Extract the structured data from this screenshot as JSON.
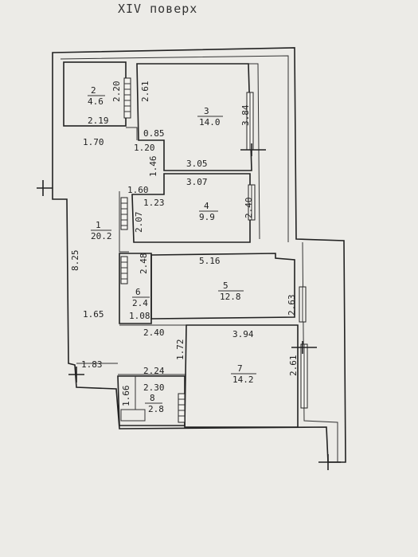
{
  "floor_title": "XIV поверх",
  "rooms": [
    {
      "id": "1",
      "area": "20.2"
    },
    {
      "id": "2",
      "area": "4.6"
    },
    {
      "id": "3",
      "area": "14.0"
    },
    {
      "id": "4",
      "area": "9.9"
    },
    {
      "id": "5",
      "area": "12.8"
    },
    {
      "id": "6",
      "area": "2.4"
    },
    {
      "id": "7",
      "area": "14.2"
    },
    {
      "id": "8",
      "area": "2.8"
    }
  ],
  "dimensions": {
    "r2_h": "2.20",
    "r2_w": "2.19",
    "r3_h_left": "2.61",
    "r3_h_right": "3.84",
    "d_085": "0.85",
    "d_170": "1.70",
    "d_120": "1.20",
    "d_146": "1.46",
    "d_305": "3.05",
    "d_307": "3.07",
    "d_160": "1.60",
    "d_123": "1.23",
    "d_207": "2.07",
    "d_240_r4": "2.40",
    "d_825": "8.25",
    "d_248": "2.48",
    "d_516": "5.16",
    "d_263": "2.63",
    "d_165": "1.65",
    "d_108": "1.08",
    "d_240": "2.40",
    "d_394": "3.94",
    "d_172": "1.72",
    "d_261": "2.61",
    "d_183": "1.83",
    "d_224": "2.24",
    "d_230": "2.30",
    "d_166": "1.66"
  }
}
